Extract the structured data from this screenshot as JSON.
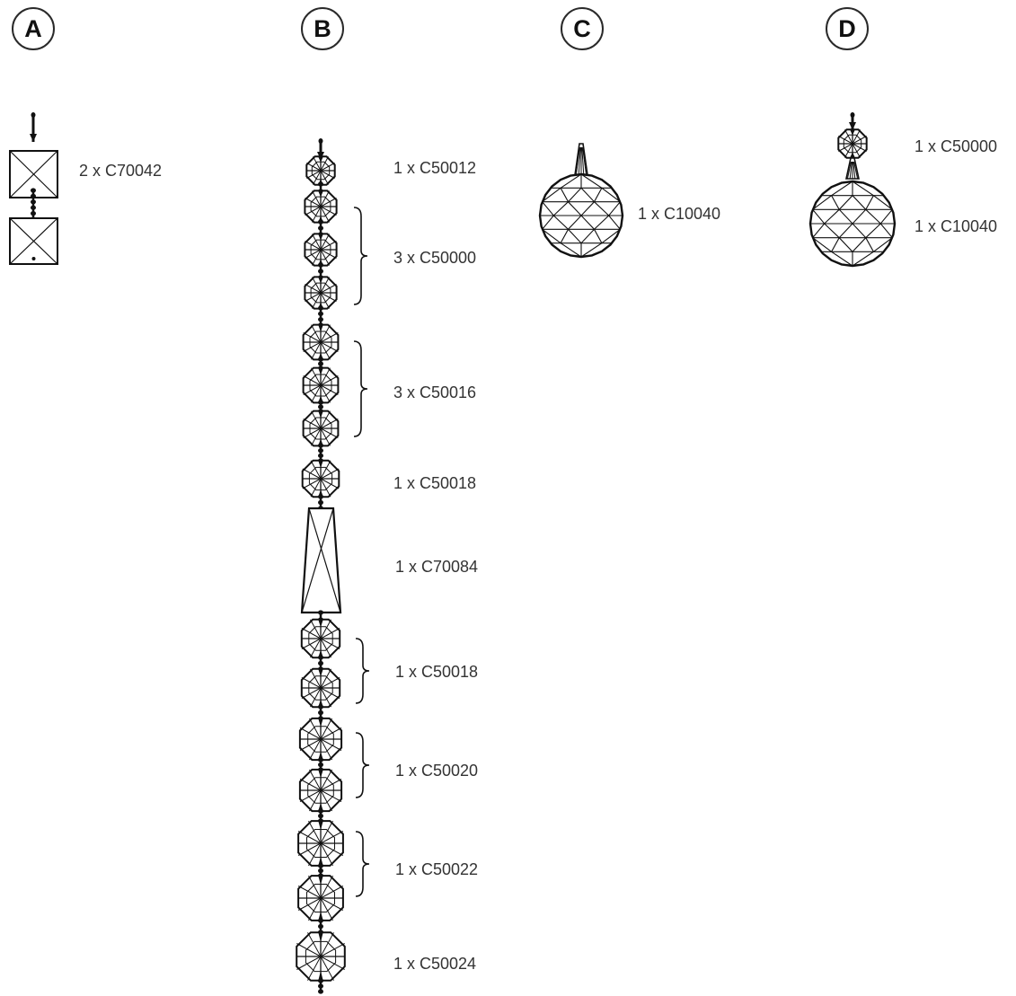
{
  "columns": [
    {
      "id": "A",
      "label": "A"
    },
    {
      "id": "B",
      "label": "B"
    },
    {
      "id": "C",
      "label": "C"
    },
    {
      "id": "D",
      "label": "D"
    }
  ],
  "parts": {
    "A": [
      "2 x C70042"
    ],
    "B": [
      "1 x C50012",
      "3 x C50000",
      "3 x C50016",
      "1 x C50018",
      "1 x C70084",
      "1 x C50018",
      "1 x C50020",
      "1 x C50022",
      "1 x C50024"
    ],
    "C": [
      "1 x C10040"
    ],
    "D": [
      "1 x C50000",
      "1 x C10040"
    ]
  },
  "colors": {
    "line": "#111111",
    "text": "#333333"
  }
}
